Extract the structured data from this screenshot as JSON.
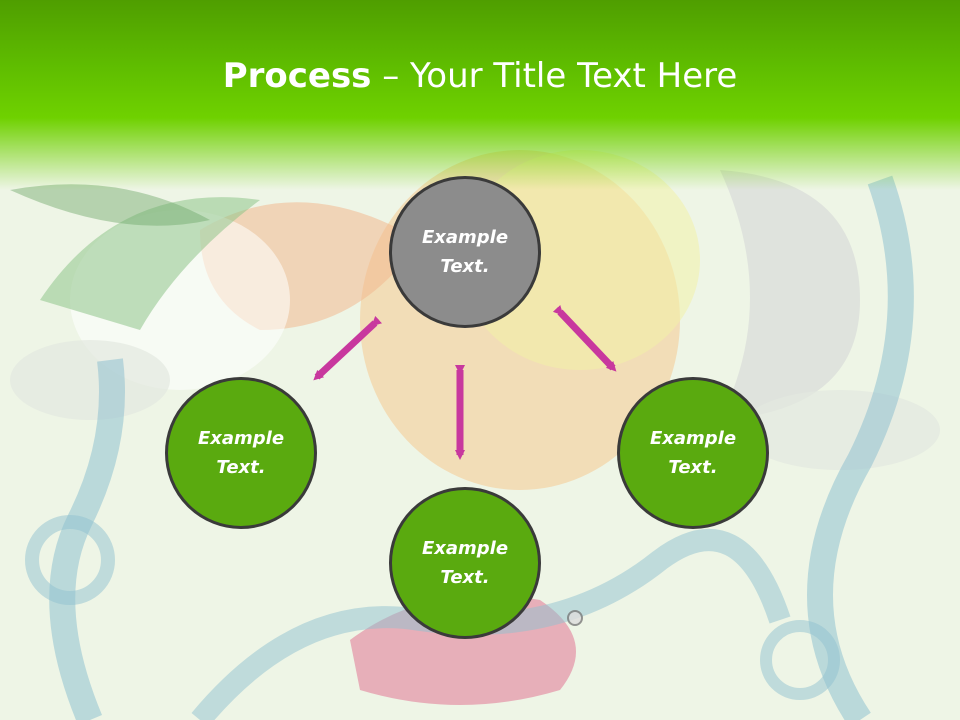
{
  "title": {
    "bold": "Process",
    "rest": " – Your Title Text Here"
  },
  "nodes": [
    {
      "id": "top",
      "line1": "Example",
      "line2": "Text."
    },
    {
      "id": "left",
      "line1": "Example",
      "line2": "Text."
    },
    {
      "id": "bottom",
      "line1": "Example",
      "line2": "Text."
    },
    {
      "id": "right",
      "line1": "Example",
      "line2": "Text."
    }
  ],
  "colors": {
    "header_green": "#5fbd00",
    "node_green": "#5aaa0f",
    "node_gray": "#8c8c8c",
    "arrow": "#c8389e"
  }
}
